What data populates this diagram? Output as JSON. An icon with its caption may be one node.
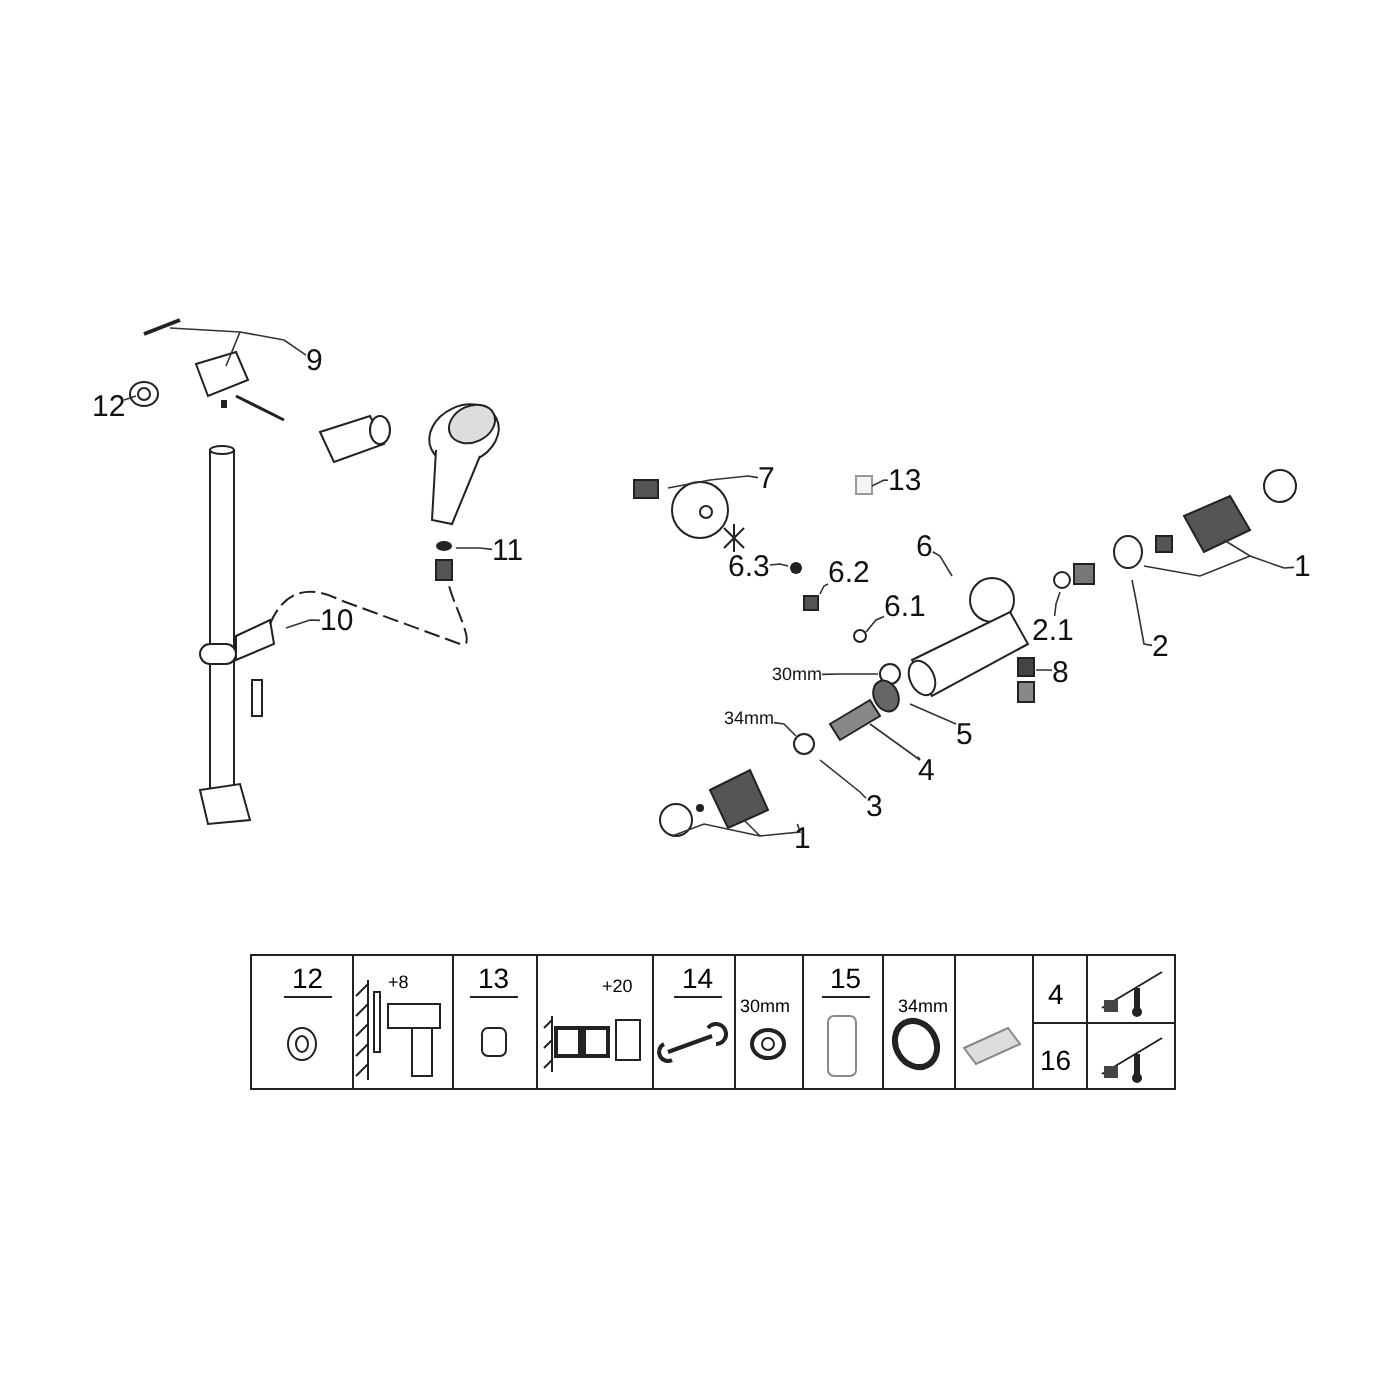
{
  "diagram": {
    "nodes": [
      {
        "text": [
          "9"
        ]
      },
      {
        "text": [
          "12"
        ]
      },
      {
        "text": [
          "11"
        ]
      },
      {
        "text": [
          "10"
        ]
      },
      {
        "text": [
          "7"
        ]
      },
      {
        "text": [
          "13"
        ]
      },
      {
        "text": [
          "6"
        ]
      },
      {
        "text": [
          "6.3"
        ]
      },
      {
        "text": [
          "6.2"
        ]
      },
      {
        "text": [
          "6.1"
        ]
      },
      {
        "text": [
          "30mm"
        ]
      },
      {
        "text": [
          "1"
        ]
      },
      {
        "text": [
          "2.1"
        ]
      },
      {
        "text": [
          "2"
        ]
      },
      {
        "text": [
          "8"
        ]
      },
      {
        "text": [
          "5"
        ]
      },
      {
        "text": [
          "34mm"
        ]
      },
      {
        "text": [
          "4"
        ]
      },
      {
        "text": [
          "3"
        ]
      },
      {
        "text": [
          "1"
        ]
      }
    ],
    "edges": [
      {
        "from": 0,
        "to": null,
        "arrow": "none"
      },
      {
        "from": 1,
        "to": null,
        "arrow": "none"
      },
      {
        "from": 2,
        "to": null,
        "arrow": "none"
      },
      {
        "from": 3,
        "to": null,
        "arrow": "none"
      },
      {
        "from": 4,
        "to": null,
        "arrow": "none"
      },
      {
        "from": 5,
        "to": null,
        "arrow": "none"
      },
      {
        "from": 6,
        "to": null,
        "arrow": "none"
      },
      {
        "from": 7,
        "to": null,
        "arrow": "none"
      },
      {
        "from": 8,
        "to": null,
        "arrow": "none"
      },
      {
        "from": 9,
        "to": null,
        "arrow": "none"
      },
      {
        "from": 10,
        "to": null,
        "arrow": "none"
      },
      {
        "from": 11,
        "to": null,
        "arrow": "none"
      },
      {
        "from": 12,
        "to": null,
        "arrow": "none"
      },
      {
        "from": 13,
        "to": null,
        "arrow": "none"
      },
      {
        "from": 14,
        "to": null,
        "arrow": "none"
      },
      {
        "from": 15,
        "to": null,
        "arrow": "none"
      },
      {
        "from": 16,
        "to": null,
        "arrow": "none"
      },
      {
        "from": 17,
        "to": null,
        "arrow": "none"
      },
      {
        "from": 18,
        "to": null,
        "arrow": "none"
      },
      {
        "from": 19,
        "to": null,
        "arrow": "none"
      }
    ],
    "labels": [
      "12",
      "+8",
      "13",
      "+20",
      "14",
      "30mm",
      "15",
      "34mm",
      "4",
      "16"
    ]
  }
}
